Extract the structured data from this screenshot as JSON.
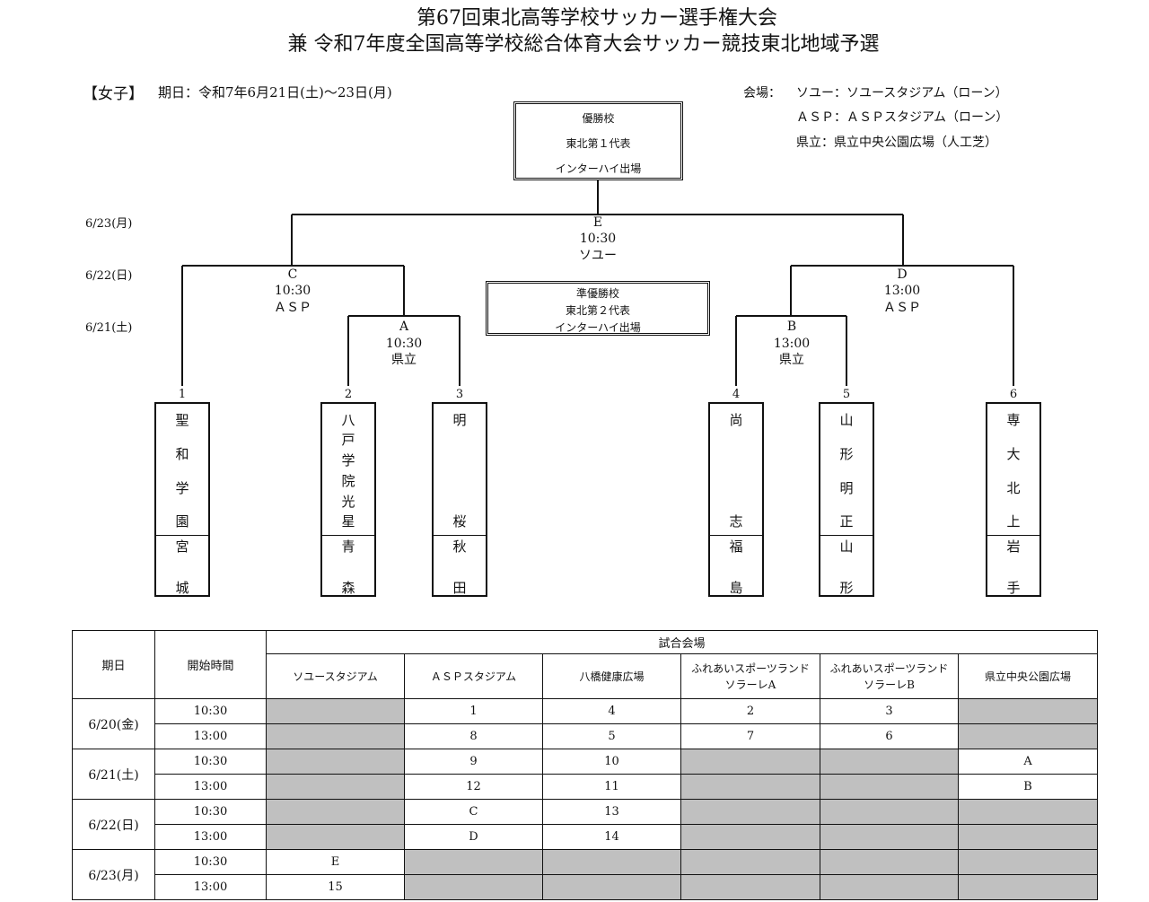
{
  "header": {
    "title_line1": "第67回東北高等学校サッカー選手権大会",
    "title_line2": "兼 令和7年度全国高等学校総合体育大会サッカー競技東北地域予選",
    "division": "【女子】",
    "period": "期日：令和7年6月21日(土)〜23日(月)",
    "venue_label": "会場：",
    "venues": [
      "ソユー：ソユースタジアム（ローン）",
      "ＡＳＰ：ＡＳＰスタジアム（ローン）",
      "県立：県立中央公園広場（人工芝）"
    ]
  },
  "bracket": {
    "dates": [
      "6/23(月)",
      "6/22(日)",
      "6/21(土)"
    ],
    "champion_box": [
      "優勝校",
      "東北第１代表",
      "インターハイ出場"
    ],
    "runnerup_box": [
      "準優勝校",
      "東北第２代表",
      "インターハイ出場"
    ],
    "matches": {
      "E": {
        "label": "E",
        "time": "10:30",
        "venue": "ソユー"
      },
      "C": {
        "label": "C",
        "time": "10:30",
        "venue": "ＡＳＰ"
      },
      "D": {
        "label": "D",
        "time": "13:00",
        "venue": "ＡＳＰ"
      },
      "A": {
        "label": "A",
        "time": "10:30",
        "venue": "県立"
      },
      "B": {
        "label": "B",
        "time": "13:00",
        "venue": "県立"
      }
    },
    "teams": [
      {
        "seed": "1",
        "school": [
          "聖",
          "和",
          "学",
          "園"
        ],
        "pref": [
          "宮",
          "城"
        ]
      },
      {
        "seed": "2",
        "school": [
          "八",
          "戸",
          "学",
          "院",
          "光",
          "星"
        ],
        "pref": [
          "青",
          "森"
        ]
      },
      {
        "seed": "3",
        "school": [
          "明",
          "",
          "",
          "桜"
        ],
        "pref": [
          "秋",
          "田"
        ]
      },
      {
        "seed": "4",
        "school": [
          "尚",
          "",
          "",
          "志"
        ],
        "pref": [
          "福",
          "島"
        ]
      },
      {
        "seed": "5",
        "school": [
          "山",
          "形",
          "明",
          "正"
        ],
        "pref": [
          "山",
          "形"
        ]
      },
      {
        "seed": "6",
        "school": [
          "専",
          "大",
          "北",
          "上"
        ],
        "pref": [
          "岩",
          "手"
        ]
      }
    ]
  },
  "schedule": {
    "col_date": "期日",
    "col_time": "開始時間",
    "venue_group": "試合会場",
    "venues": [
      [
        "ソユースタジアム"
      ],
      [
        "ＡＳＰスタジアム"
      ],
      [
        "八橋健康広場"
      ],
      [
        "ふれあいスポーツランド",
        "ソラーレA"
      ],
      [
        "ふれあいスポーツランド",
        "ソラーレB"
      ],
      [
        "県立中央公園広場"
      ]
    ],
    "days": [
      {
        "date": "6/20(金)",
        "rows": [
          {
            "time": "10:30",
            "cells": [
              null,
              "1",
              "4",
              "2",
              "3",
              null
            ]
          },
          {
            "time": "13:00",
            "cells": [
              null,
              "8",
              "5",
              "7",
              "6",
              null
            ]
          }
        ]
      },
      {
        "date": "6/21(土)",
        "rows": [
          {
            "time": "10:30",
            "cells": [
              null,
              "9",
              "10",
              null,
              null,
              "A"
            ]
          },
          {
            "time": "13:00",
            "cells": [
              null,
              "12",
              "11",
              null,
              null,
              "B"
            ]
          }
        ]
      },
      {
        "date": "6/22(日)",
        "rows": [
          {
            "time": "10:30",
            "cells": [
              null,
              "C",
              "13",
              null,
              null,
              null
            ]
          },
          {
            "time": "13:00",
            "cells": [
              null,
              "D",
              "14",
              null,
              null,
              null
            ]
          }
        ]
      },
      {
        "date": "6/23(月)",
        "rows": [
          {
            "time": "10:30",
            "cells": [
              "E",
              null,
              null,
              null,
              null,
              null
            ]
          },
          {
            "time": "13:00",
            "cells": [
              "15",
              null,
              null,
              null,
              null,
              null
            ]
          }
        ]
      }
    ]
  }
}
